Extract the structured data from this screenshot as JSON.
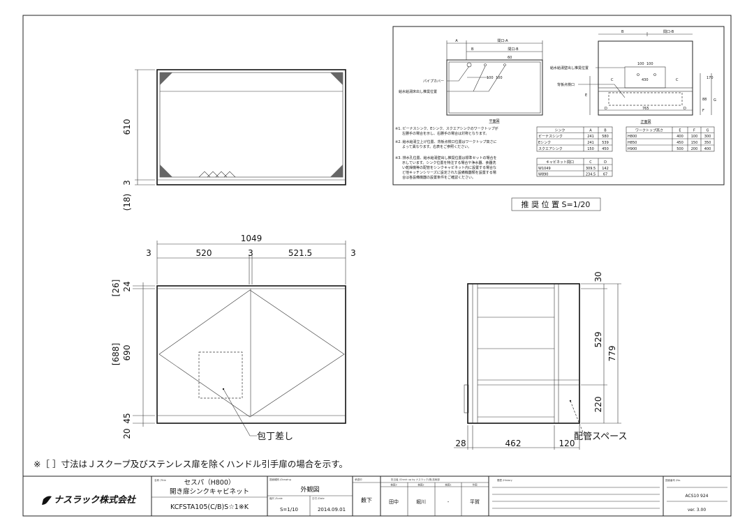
{
  "top_view": {
    "dim_height": "610",
    "dim_bottom": "3",
    "dim_bottom_alt": "(18)"
  },
  "front_view": {
    "dim_total": "1049",
    "dim_top": [
      "3",
      "520",
      "3",
      "521.5",
      "3"
    ],
    "dim_left": {
      "top_alt": "[26]",
      "top": "24",
      "mid_alt": "[688]",
      "mid": "690",
      "bottom_upper": "45",
      "bottom": "20"
    },
    "callout": "包丁差し"
  },
  "side_view": {
    "dim_right": [
      "30",
      "529",
      "220"
    ],
    "dim_total": "779",
    "dim_bottom": [
      "28",
      "462",
      "120"
    ],
    "callout": "配管スペース"
  },
  "inset": {
    "plan": {
      "dim_a": "A",
      "dim_open_a": "間口-A",
      "dim_b": "B",
      "dim_open_b": "間口-B",
      "dim_small": "60",
      "dim_100a": "100",
      "dim_100b": "100",
      "label_pipe": "パイプカバー",
      "label_drain": "給水給湯床出し推奨位置",
      "caption": "平面図"
    },
    "elevation": {
      "dim_b": "B",
      "dim_open_b": "間口-B",
      "dim_100a": "100",
      "dim_100b": "100",
      "dim_430": "430",
      "dim_c1": "C",
      "dim_c2": "C",
      "dim_765": "765",
      "dim_d1": "D",
      "dim_d2": "D",
      "dim_e": "E",
      "dim_f": "F",
      "dim_g": "G",
      "dim_170": "170",
      "dim_88": "88",
      "label_wall": "給水給湯壁出し推奨位置",
      "label_check": "背板点検口",
      "caption": "正面図"
    },
    "notes": [
      "※1. ビーナスシンク、Eシンク、スクエアシンクのワークトップが",
      "　　左勝手の場合を示し、右勝手の場合は対称となります。",
      "※2. 給水給湯立上げ位置、背板点検口位置はワークトップ高さに",
      "　　よって異なります。右表をご参照ください。",
      "※3. 排水孔位置、給水給湯壁出し推奨位置は標準セットの場合を",
      "　　示しています。シンク位置を特注する場合や浄水器、食器洗",
      "　　い乾燥機等の配管をシンクキャビネット内に設置する場合な",
      "　　ど他キッチンシリーズに設定された設備機器類を設置する場",
      "　　合は各設備機器の設置条件をご確認ください。"
    ],
    "sink_table": {
      "headers": [
        "シンク",
        "A",
        "B"
      ],
      "rows": [
        [
          "ビーナスシンク",
          "241",
          "580"
        ],
        [
          "Eシンク",
          "241",
          "539"
        ],
        [
          "スクエアシンク",
          "150",
          "450"
        ]
      ]
    },
    "cabinet_table": {
      "headers": [
        "キャビネット間口",
        "C",
        "D"
      ],
      "rows": [
        [
          "W1049",
          "309.5",
          "142"
        ],
        [
          "W890",
          "234.5",
          "67"
        ]
      ]
    },
    "worktop_table": {
      "headers": [
        "ワークトップ高さ",
        "E",
        "F",
        "G"
      ],
      "rows": [
        [
          "H800",
          "400",
          "100",
          "300"
        ],
        [
          "H850",
          "450",
          "150",
          "350"
        ],
        [
          "H900",
          "500",
          "200",
          "400"
        ]
      ]
    },
    "caption": "推 奨 位 置 S=1/20"
  },
  "note": "※［ ］寸法はＪスクープ及びステンレス扉を除くハンドル引手扉の場合を示す。",
  "title_block": {
    "company": "ナスラック株式会社",
    "title_label": "名称 /Title",
    "title_line1": "セスパ（H800）",
    "title_line2": "開き扉シンクキャビネット",
    "model": "KCFSTA105(C/B)S☆1※K",
    "drawing_label": "図面種別 /Drawing",
    "drawing": "外観図",
    "scale_label": "縮尺 /Scale",
    "scale": "S=1/10",
    "date_label": "日付 /Date",
    "date": "2014.09.01",
    "approval_label": "承認印",
    "approval": "薮下",
    "check_label": "担当者 /Check up by ナスラック(株)技術部",
    "check_cols": [
      "検図3",
      "検図2",
      "検図1",
      "作図"
    ],
    "check_names": [
      "田中",
      "堀川",
      "-",
      "平賀"
    ],
    "history_label": "履歴 /History",
    "no_label": "図面番号 /No.",
    "no": "ACS10 924",
    "version": "ver. 3.00"
  }
}
